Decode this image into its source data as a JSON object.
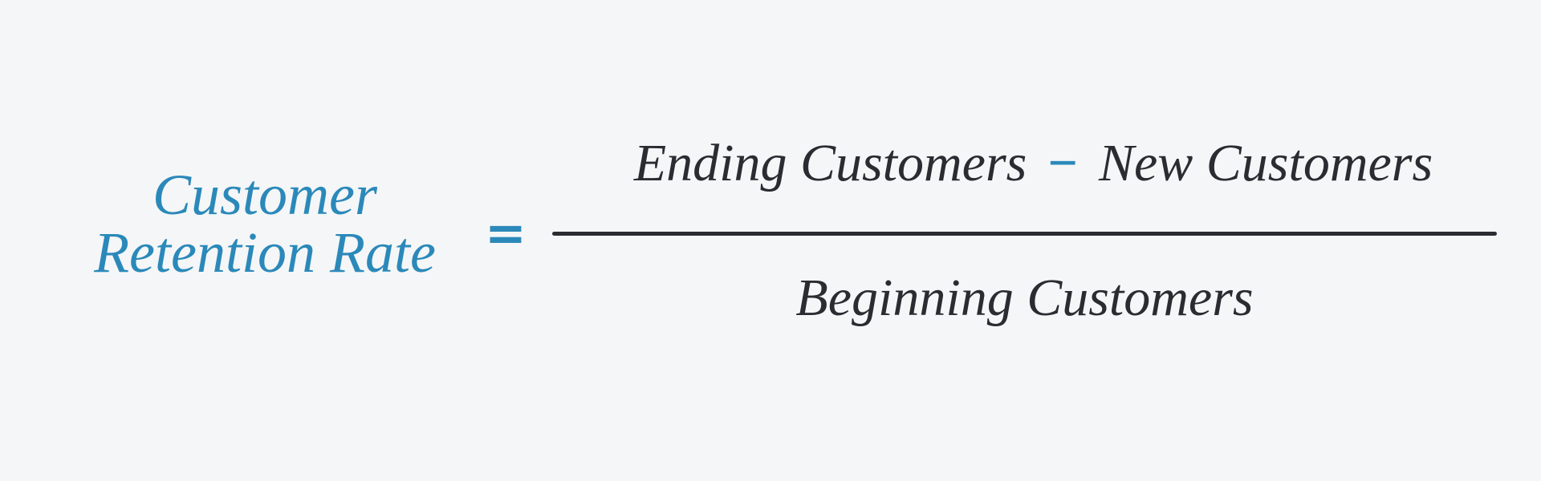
{
  "colors": {
    "background": "#f5f6f7",
    "accent": "#2b89ba",
    "ink": "#2b2c31"
  },
  "formula": {
    "label": {
      "line1": "Customer",
      "line2": "Retention Rate"
    },
    "equals_sign": "=",
    "fraction": {
      "numerator": {
        "left": "Ending Customers",
        "operator": "−",
        "right": "New Customers"
      },
      "denominator": "Beginning Customers"
    }
  }
}
